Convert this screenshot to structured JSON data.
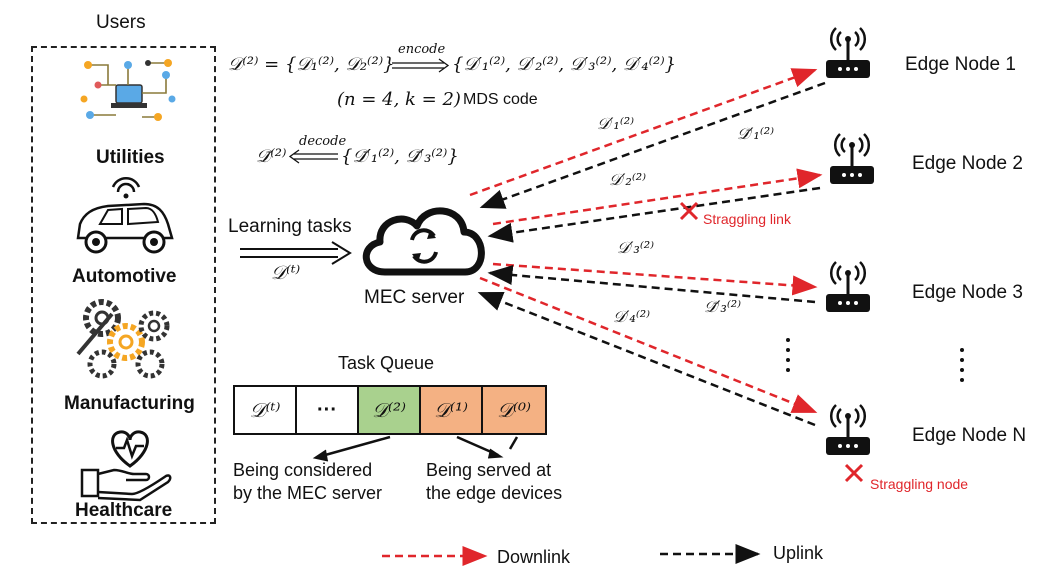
{
  "users": {
    "title": "Users",
    "categories": [
      "Utilities",
      "Automotive",
      "Manufacturing",
      "Healthcare"
    ]
  },
  "formulas": {
    "encode_lhs": "𝒟⁽²⁾ = {𝒟₁⁽²⁾, 𝒟₂⁽²⁾}",
    "encode_op": "encode",
    "encode_rhs": "{𝒟′₁⁽²⁾, 𝒟′₂⁽²⁾, 𝒟′₃⁽²⁾, 𝒟′₄⁽²⁾}",
    "mds_params": "(n = 4, k = 2)",
    "mds_text": "MDS code",
    "decode_lhs": "𝒟̄⁽²⁾",
    "decode_op": "decode",
    "decode_rhs": "{𝒟̄′₁⁽²⁾, 𝒟̄′₃⁽²⁾}"
  },
  "server": {
    "learning_tasks": "Learning tasks",
    "task_symbol": "𝒟⁽ᵗ⁾",
    "label": "MEC server"
  },
  "queue": {
    "title": "Task Queue",
    "cells": [
      {
        "text": "𝒟⁽ᵗ⁾",
        "color": "#ffffff"
      },
      {
        "text": "···",
        "color": "#ffffff"
      },
      {
        "text": "𝒟⁽²⁾",
        "color": "#a9d18e"
      },
      {
        "text": "𝒟⁽¹⁾",
        "color": "#f4b183"
      },
      {
        "text": "𝒟⁽⁰⁾",
        "color": "#f4b183"
      }
    ],
    "caption_considered": [
      "Being considered",
      "by the MEC server"
    ],
    "caption_served": [
      "Being served at",
      "the edge devices"
    ]
  },
  "nodes": [
    "Edge Node 1",
    "Edge Node 2",
    "Edge Node 3",
    "Edge Node N"
  ],
  "link_labels": {
    "d1": "𝒟′₁⁽²⁾",
    "d1bar": "𝒟̄′₁⁽²⁾",
    "d2": "𝒟′₂⁽²⁾",
    "d3": "𝒟′₃⁽²⁾",
    "d3bar": "𝒟̄′₃⁽²⁾",
    "d4": "𝒟′₄⁽²⁾"
  },
  "annotations": {
    "straggling_link": "Straggling link",
    "straggling_node": "Straggling node"
  },
  "legend": {
    "downlink": "Downlink",
    "uplink": "Uplink"
  },
  "colors": {
    "downlink": "#e0262b",
    "uplink": "#111111",
    "considered": "#a9d18e",
    "served": "#f4b183",
    "accent": "#f5a623"
  }
}
